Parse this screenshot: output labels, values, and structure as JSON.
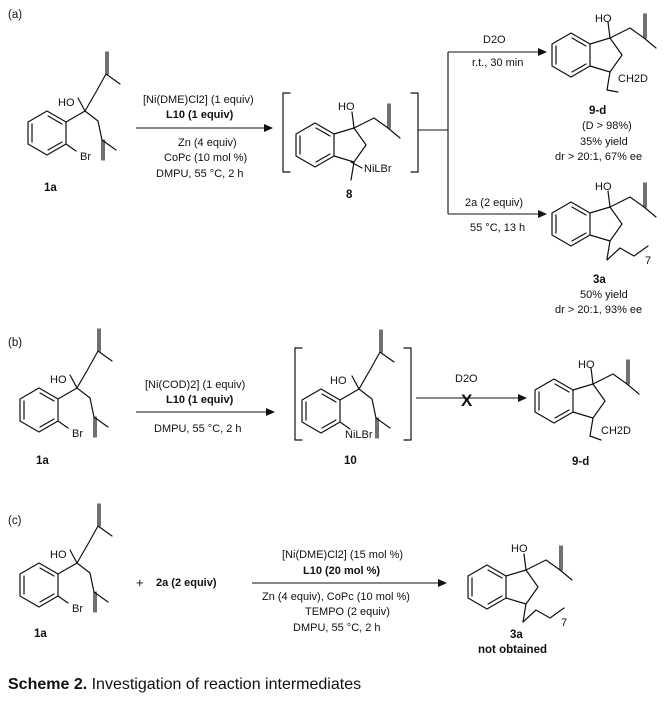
{
  "panels": {
    "a": {
      "label": "(a)",
      "start_name": "1a",
      "start_atoms": {
        "oh": "HO",
        "br": "Br"
      },
      "conditions": {
        "line1": "[Ni(DME)Cl2] (1 equiv)",
        "line2": "L10 (1 equiv)",
        "line3": "Zn (4 equiv)",
        "line4": "CoPc (10 mol %)",
        "line5": "DMPU, 55 °C, 2 h"
      },
      "intermediate_name": "8",
      "intermediate_atoms": {
        "oh": "HO",
        "ni": "NiLBr"
      },
      "upper": {
        "reagent": "D2O",
        "condition": "r.t., 30 min",
        "product_name": "9-d",
        "product_atoms": {
          "oh": "HO",
          "ch2d": "CH2D"
        },
        "info1": "(D > 98%)",
        "info2": "35% yield",
        "info3": "dr > 20:1, 67% ee"
      },
      "lower": {
        "reagent": "2a (2 equiv)",
        "condition": "55 °C, 13 h",
        "product_name": "3a",
        "product_atoms": {
          "oh": "HO",
          "n": "7"
        },
        "info1": "50% yield",
        "info2": "dr > 20:1, 93% ee"
      }
    },
    "b": {
      "label": "(b)",
      "start_name": "1a",
      "start_atoms": {
        "oh": "HO",
        "br": "Br"
      },
      "conditions": {
        "line1": "[Ni(COD)2] (1 equiv)",
        "line2": "L10 (1 equiv)",
        "line3": "DMPU, 55 °C, 2 h"
      },
      "intermediate_name": "10",
      "intermediate_atoms": {
        "oh": "HO",
        "ni": "NiLBr"
      },
      "reagent": "D2O",
      "blocked_mark": "X",
      "product_name": "9-d",
      "product_atoms": {
        "oh": "HO",
        "ch2d": "CH2D"
      }
    },
    "c": {
      "label": "(c)",
      "start_name": "1a",
      "start_atoms": {
        "oh": "HO",
        "br": "Br"
      },
      "plus": "+",
      "reagent": "2a (2 equiv)",
      "conditions": {
        "line1": "[Ni(DME)Cl2] (15 mol %)",
        "line2": "L10 (20 mol %)",
        "line3": "Zn (4 equiv), CoPc (10 mol %)",
        "line4": "TEMPO (2 equiv)",
        "line5": "DMPU, 55 °C, 2 h"
      },
      "product_name": "3a",
      "product_atoms": {
        "oh": "HO",
        "n": "7"
      },
      "product_note": "not obtained"
    }
  },
  "caption": {
    "label": "Scheme 2.",
    "text": " Investigation of reaction intermediates"
  }
}
